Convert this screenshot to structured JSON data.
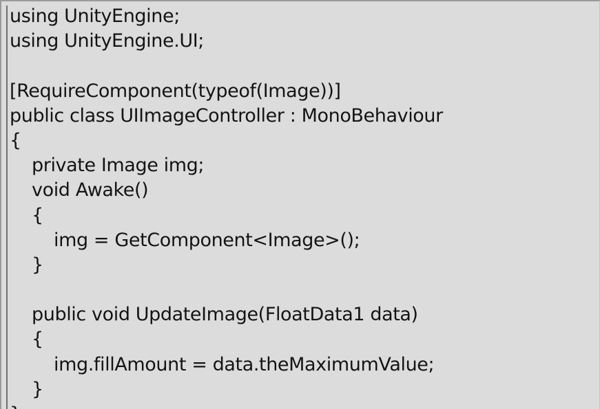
{
  "code": {
    "lines": [
      "using UnityEngine;",
      "using UnityEngine.UI;",
      "",
      "[RequireComponent(typeof(Image))]",
      "public class UIImageController : MonoBehaviour",
      "{",
      "private Image img;",
      "void Awake()",
      "{",
      "img = GetComponent<Image>();",
      "}",
      "",
      "public void UpdateImage(FloatData1 data)",
      "{",
      "img.fillAmount = data.theMaximumValue;",
      "}",
      "}"
    ]
  }
}
